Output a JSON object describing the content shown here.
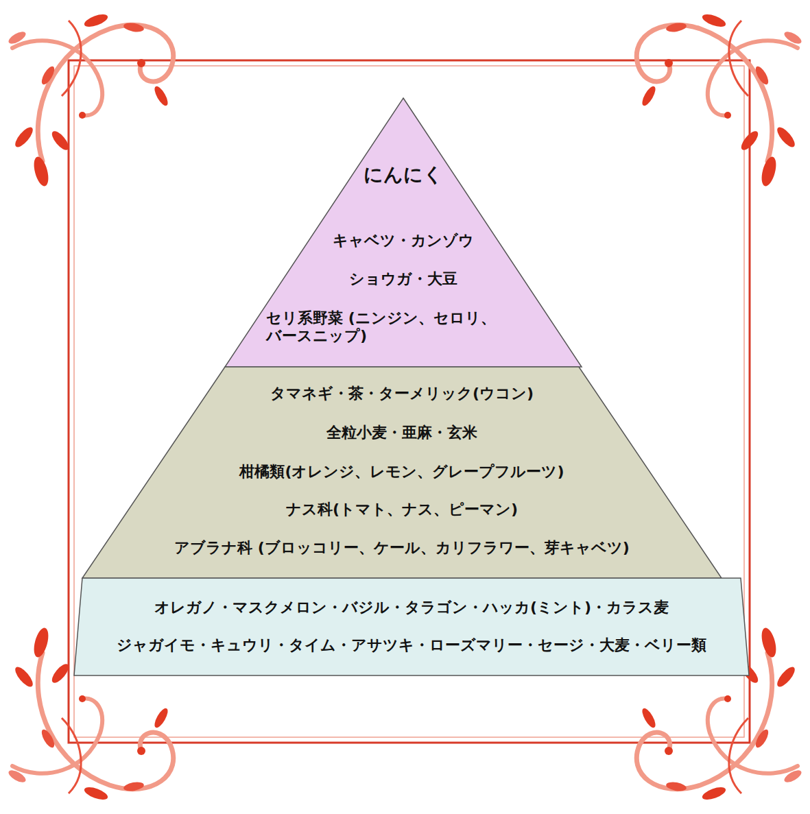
{
  "diagram": {
    "nodes": [
      {
        "text": [
          "にんにく",
          "キャベツ・カンゾウ",
          "ショウガ・大豆",
          "セリ系野菜 (ニンジン、セロリ、バースニップ)"
        ]
      },
      {
        "text": [
          "タマネギ・茶・ターメリック(ウコン)",
          "全粒小麦・亜麻・玄米",
          "柑橘類(オレンジ、レモン、グレープフルーツ)",
          "ナス科(トマト、ナス、ピーマン)",
          "アブラナ科 (ブロッコリー、ケール、カリフラワー、芽キャベツ)"
        ]
      },
      {
        "text": [
          "オレガノ・マスクメロン・バジル・タラゴン・ハッカ(ミント)・カラス麦",
          "ジャガイモ・キュウリ・タイム・アサツキ・ローズマリー・セージ・大麦・ベリー類"
        ]
      }
    ]
  }
}
